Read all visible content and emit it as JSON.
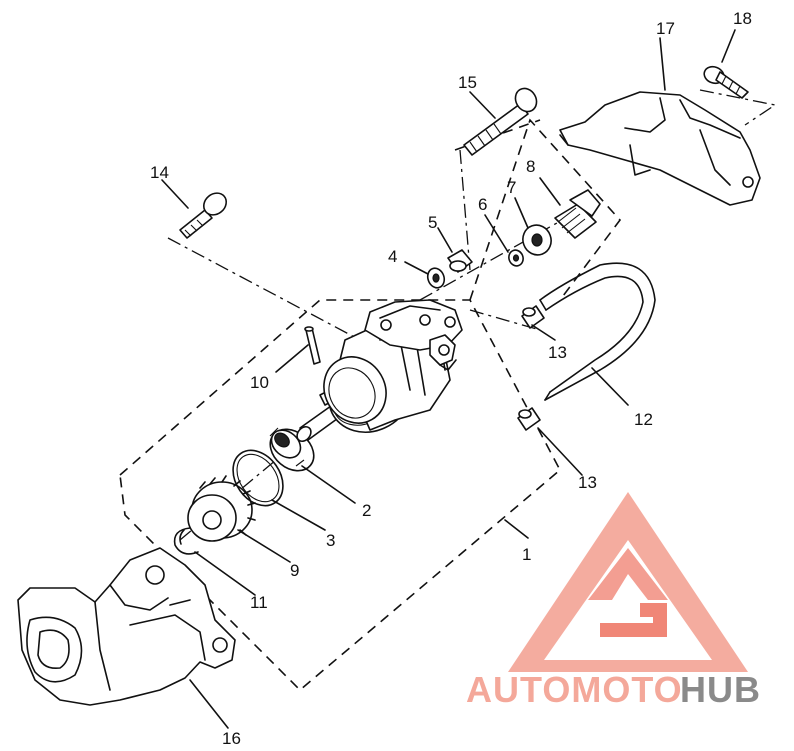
{
  "labels": {
    "p1": "1",
    "p2": "2",
    "p3": "3",
    "p4": "4",
    "p5": "5",
    "p6": "6",
    "p7": "7",
    "p8": "8",
    "p9": "9",
    "p10": "10",
    "p11": "11",
    "p12": "12",
    "p13a": "13",
    "p13b": "13",
    "p14": "14",
    "p15": "15",
    "p16": "16",
    "p17": "17",
    "p18": "18"
  },
  "watermark": {
    "word_light": "AUTOMOTO",
    "word_dark": "HUB",
    "color_light": "#f4a89a",
    "color_accent": "#f08070",
    "color_dark": "#8a8a8a"
  }
}
